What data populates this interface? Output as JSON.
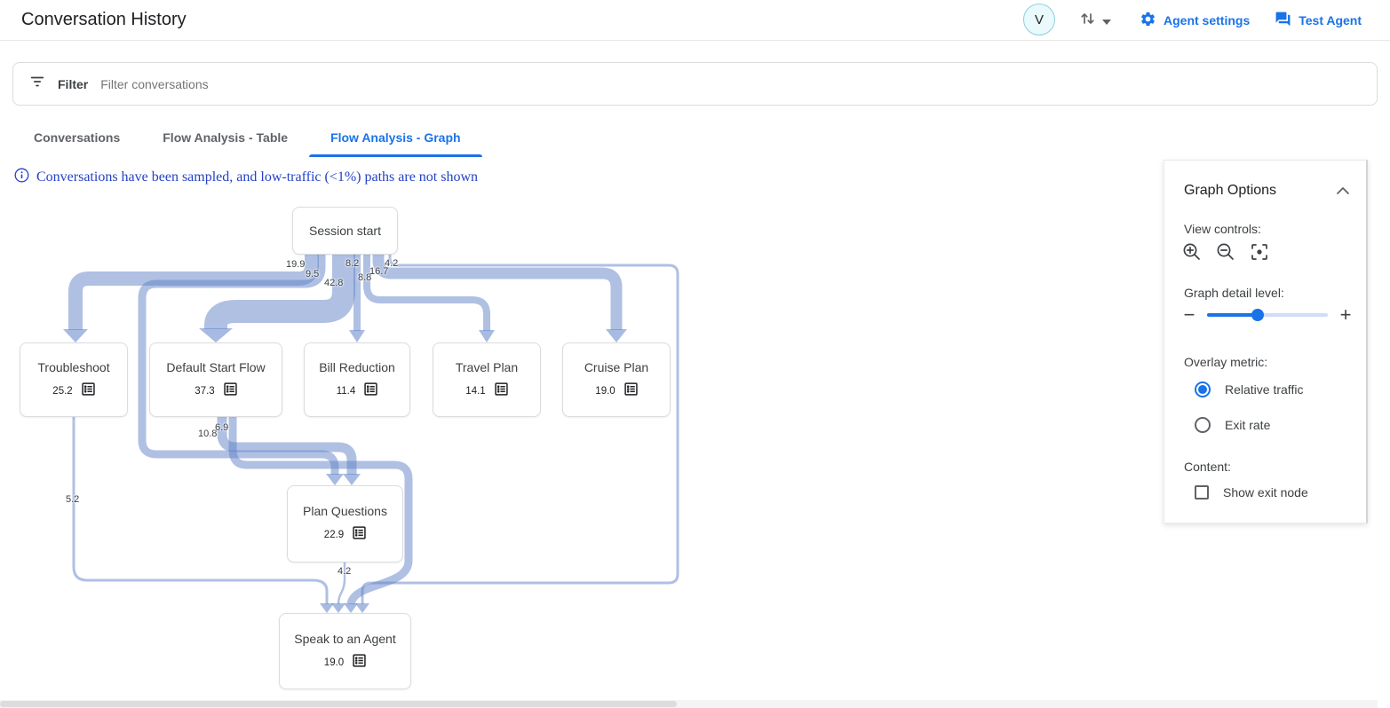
{
  "header": {
    "title": "Conversation History",
    "avatar_initial": "V",
    "agent_settings_label": "Agent settings",
    "test_agent_label": "Test Agent"
  },
  "filter_bar": {
    "label": "Filter",
    "placeholder": "Filter conversations"
  },
  "tabs": [
    {
      "label": "Conversations",
      "active": false
    },
    {
      "label": "Flow Analysis - Table",
      "active": false
    },
    {
      "label": "Flow Analysis - Graph",
      "active": true
    }
  ],
  "notice": "Conversations have been sampled, and low-traffic (<1%) paths are not shown",
  "graph": {
    "nodes": [
      {
        "id": "session-start",
        "label": "Session start",
        "value": null
      },
      {
        "id": "troubleshoot",
        "label": "Troubleshoot",
        "value": "25.2"
      },
      {
        "id": "default-start-flow",
        "label": "Default Start Flow",
        "value": "37.3"
      },
      {
        "id": "bill-reduction",
        "label": "Bill Reduction",
        "value": "11.4"
      },
      {
        "id": "travel-plan",
        "label": "Travel Plan",
        "value": "14.1"
      },
      {
        "id": "cruise-plan",
        "label": "Cruise Plan",
        "value": "19.0"
      },
      {
        "id": "plan-questions",
        "label": "Plan Questions",
        "value": "22.9"
      },
      {
        "id": "speak-to-an-agent",
        "label": "Speak to an Agent",
        "value": "19.0"
      }
    ],
    "edges": [
      {
        "from": "Session start",
        "to": "Troubleshoot",
        "value": "19.9"
      },
      {
        "from": "Session start",
        "to": "Plan Questions",
        "value": "9.5"
      },
      {
        "from": "Session start",
        "to": "Default Start Flow",
        "value": "42.8"
      },
      {
        "from": "Session start",
        "to": "Bill Reduction",
        "value": "8.2"
      },
      {
        "from": "Session start",
        "to": "Travel Plan",
        "value": "8.8"
      },
      {
        "from": "Session start",
        "to": "Cruise Plan",
        "value": "16.7"
      },
      {
        "from": "Session start",
        "to": "Speak to an Agent",
        "value": "4.2"
      },
      {
        "from": "Default Start Flow",
        "to": "Plan Questions",
        "value": "10.8"
      },
      {
        "from": "Default Start Flow",
        "to": "Speak to an Agent",
        "value": "6.9"
      },
      {
        "from": "Troubleshoot",
        "to": "Speak to an Agent",
        "value": "5.2"
      },
      {
        "from": "Plan Questions",
        "to": "Speak to an Agent",
        "value": "4.2"
      }
    ]
  },
  "options_panel": {
    "title": "Graph Options",
    "view_controls_label": "View controls:",
    "detail_label": "Graph detail level:",
    "minus_label": "−",
    "plus_label": "+",
    "slider_percent": 42,
    "overlay_label": "Overlay metric:",
    "radio_options": [
      {
        "label": "Relative traffic",
        "selected": true
      },
      {
        "label": "Exit rate",
        "selected": false
      }
    ],
    "content_label": "Content:",
    "checkbox_label": "Show exit node",
    "checkbox_checked": false
  },
  "colors": {
    "accent": "#1a73e8",
    "edge": "#afc0e3",
    "notice_blue": "#2442c6"
  }
}
